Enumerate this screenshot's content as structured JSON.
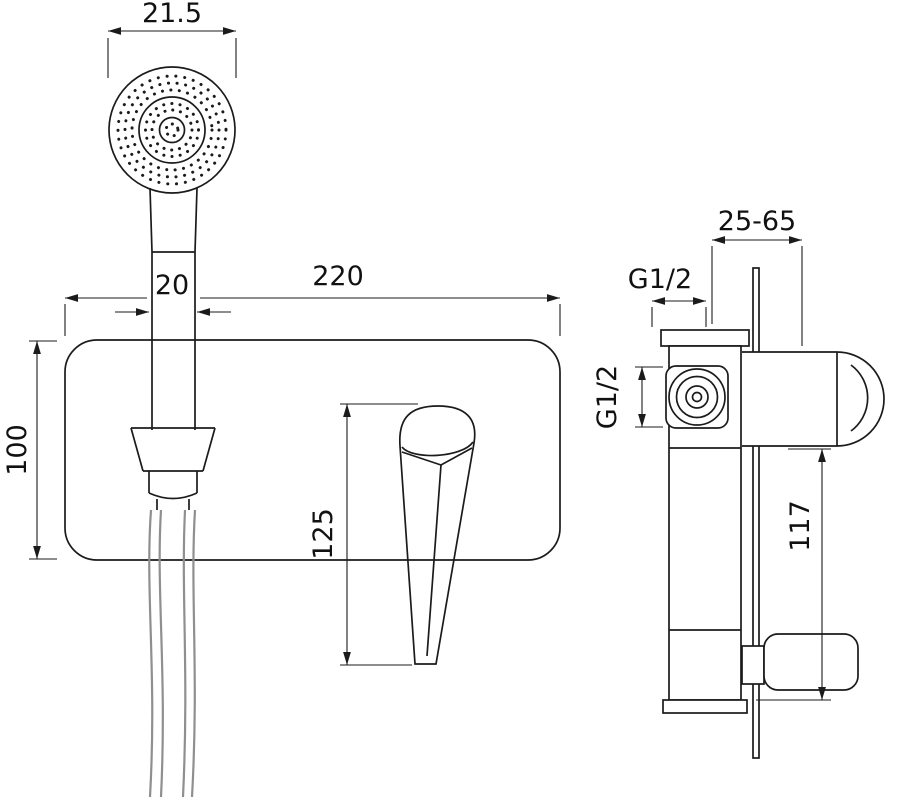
{
  "drawing": {
    "front_view": {
      "head_diameter": "21.5",
      "handle_width": "20",
      "plate_width": "220",
      "plate_height": "100",
      "lever_length": "125"
    },
    "side_view": {
      "mount_depth": "25-65",
      "inlet_thread_top": "G1/2",
      "inlet_thread_side": "G1/2",
      "spout_height": "117"
    }
  }
}
